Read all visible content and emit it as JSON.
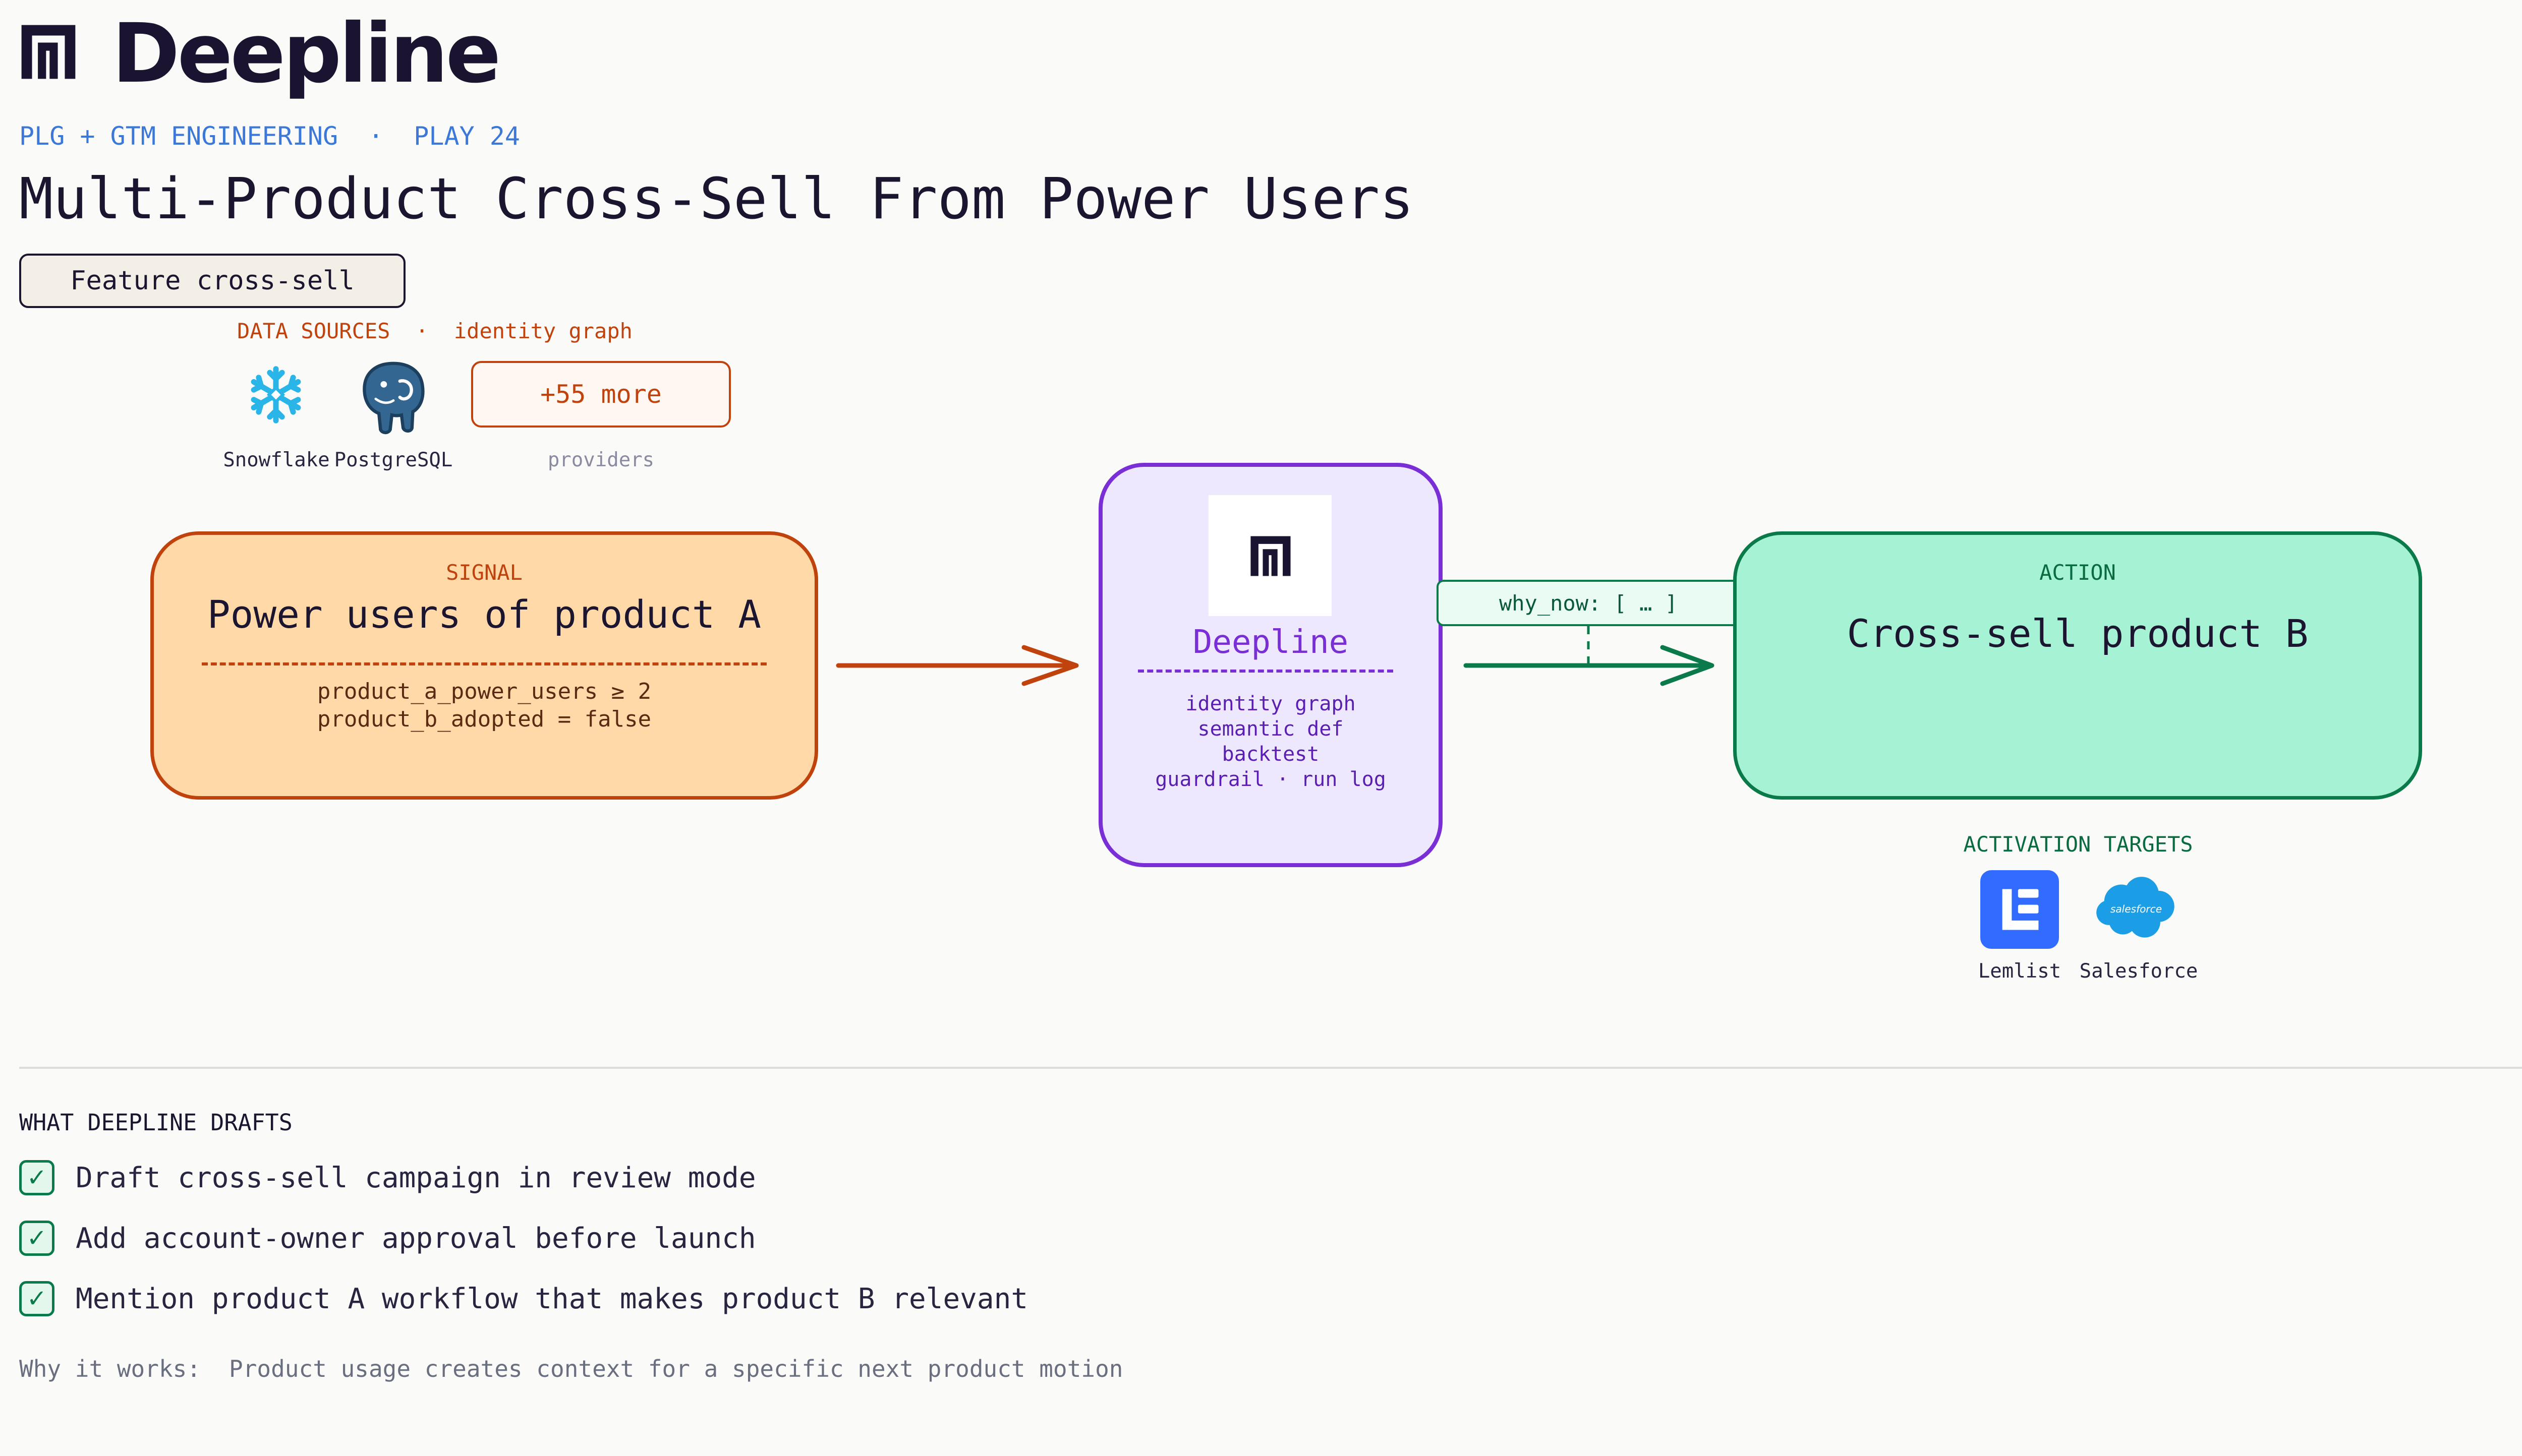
{
  "header": {
    "brand": "Deepline",
    "eyebrow_left": "PLG + GTM ENGINEERING",
    "eyebrow_sep": "·",
    "eyebrow_right": "PLAY 24",
    "title": "Multi-Product Cross-Sell From Power Users",
    "chip": "Feature cross-sell"
  },
  "data_sources": {
    "label": "DATA SOURCES",
    "sep": "·",
    "sublabel": "identity graph",
    "items": [
      {
        "name": "Snowflake",
        "icon": "snowflake-icon"
      },
      {
        "name": "PostgreSQL",
        "icon": "postgresql-elephant-icon"
      }
    ],
    "more": "+55 more",
    "more_caption": "providers"
  },
  "signal": {
    "tag": "SIGNAL",
    "title": "Power users of product A",
    "lines": [
      "product_a_power_users ≥ 2",
      "product_b_adopted = false"
    ]
  },
  "center": {
    "name": "Deepline",
    "items": [
      "identity graph",
      "semantic def",
      "backtest",
      "guardrail · run log"
    ]
  },
  "why_now": "why_now: [ … ]",
  "action": {
    "tag": "ACTION",
    "title": "Cross-sell product B"
  },
  "activation": {
    "label": "ACTIVATION TARGETS",
    "items": [
      {
        "name": "Lemlist",
        "icon": "lemlist-icon"
      },
      {
        "name": "Salesforce",
        "icon": "salesforce-cloud-icon",
        "logo_text": "salesforce"
      }
    ]
  },
  "drafts": {
    "label": "WHAT DEEPLINE DRAFTS",
    "check_glyph": "✓",
    "items": [
      "Draft cross-sell campaign in review mode",
      "Add account-owner approval before launch",
      "Mention product A workflow that makes product B relevant"
    ]
  },
  "why_it_works": {
    "label": "Why it works:",
    "text": "Product usage creates context for a specific next product motion"
  },
  "colors": {
    "signal_stroke": "#c0420d",
    "signal_fill": "#ffd9a8",
    "center_stroke": "#7a2fd6",
    "center_fill": "#ede8fe",
    "action_stroke": "#0a7a4a",
    "action_fill": "#a6f2d4",
    "eyebrow": "#3b78d8"
  }
}
